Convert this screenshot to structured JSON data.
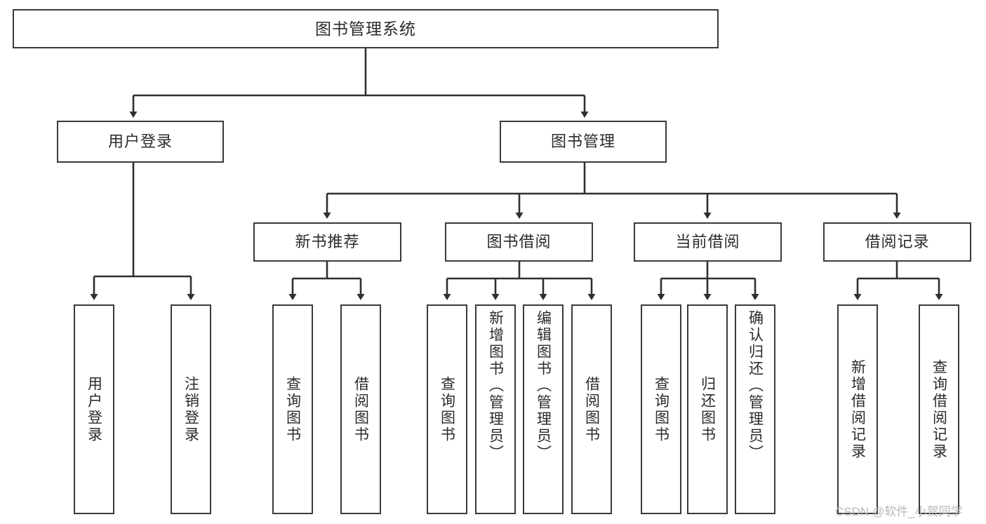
{
  "diagram": {
    "title_node": {
      "label": "图书管理系统"
    },
    "level1": [
      {
        "label": "用户登录"
      },
      {
        "label": "图书管理"
      }
    ],
    "level2": [
      {
        "label": "新书推荐"
      },
      {
        "label": "图书借阅"
      },
      {
        "label": "当前借阅"
      },
      {
        "label": "借阅记录"
      }
    ],
    "leaves": {
      "user_login": [
        {
          "label": "用户登录"
        },
        {
          "label": "注销登录"
        }
      ],
      "new_book_recommend": [
        {
          "label": "查询图书"
        },
        {
          "label": "借阅图书"
        }
      ],
      "book_borrow": [
        {
          "label": "查询图书"
        },
        {
          "label": "新增图书（管理员）"
        },
        {
          "label": "编辑图书（管理员）"
        },
        {
          "label": "借阅图书"
        }
      ],
      "current_borrow": [
        {
          "label": "查询图书"
        },
        {
          "label": "归还图书"
        },
        {
          "label": "确认归还（管理员）"
        }
      ],
      "borrow_record": [
        {
          "label": "新增借阅记录"
        },
        {
          "label": "查询借阅记录"
        }
      ]
    },
    "watermark": {
      "text": "CSDN @软件_小贺同学"
    },
    "colors": {
      "border": "#3a3a3a",
      "text": "#2b2b2b",
      "background": "#ffffff",
      "watermark": "#b9b9b9"
    }
  }
}
